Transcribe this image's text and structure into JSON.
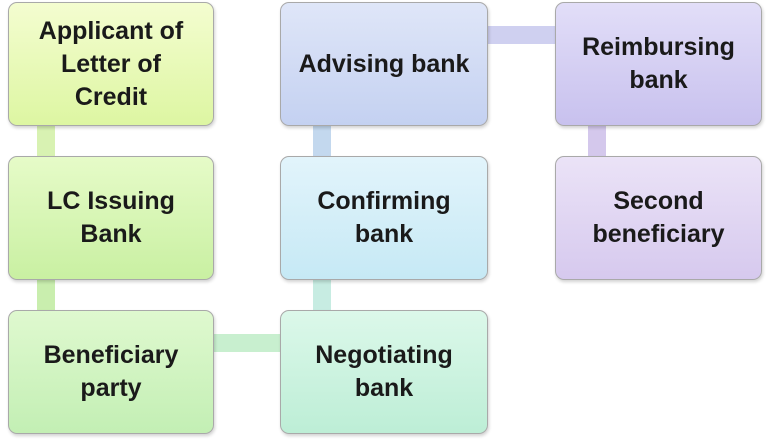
{
  "diagram": {
    "nodes": {
      "applicant": "Applicant of\nLetter of\nCredit",
      "issuing": "LC Issuing\nBank",
      "beneficiary": "Beneficiary\nparty",
      "advising": "Advising bank",
      "confirming": "Confirming\nbank",
      "negotiating": "Negotiating\nbank",
      "reimbursing": "Reimbursing\nbank",
      "second": "Second\nbeneficiary"
    }
  }
}
